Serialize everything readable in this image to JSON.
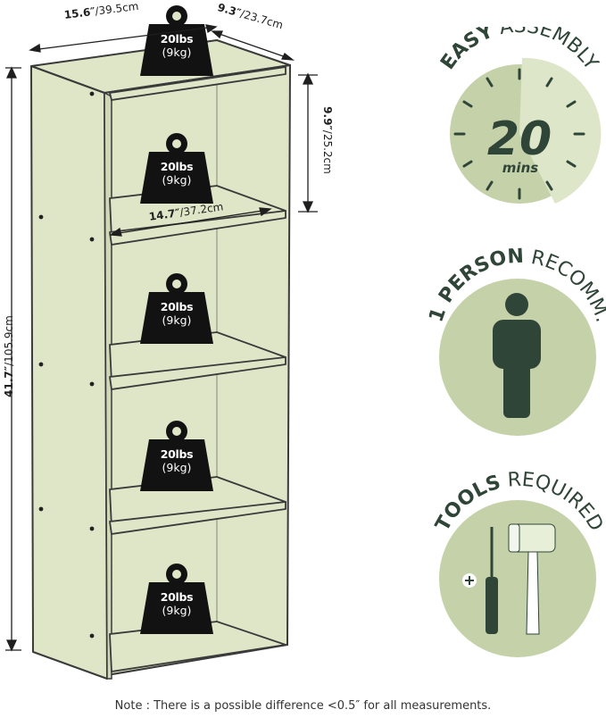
{
  "dimensions": {
    "width": {
      "in": "15.6″",
      "cm": "/39.5cm"
    },
    "depth": {
      "in": "9.3″",
      "cm": "/23.7cm"
    },
    "height": {
      "in": "41.7″",
      "cm": "/105.9cm"
    },
    "shelf_height": {
      "in": "9.9″",
      "cm": "/25.2cm"
    },
    "shelf_width": {
      "in": "14.7″",
      "cm": "/37.2cm"
    }
  },
  "weight_capacity": {
    "line1": "20lbs",
    "line2": "(9kg)"
  },
  "features": {
    "assembly": {
      "bold": "EASY",
      "rest": " ASSEMBLY",
      "number": "20",
      "unit": "mins"
    },
    "person": {
      "bold": "1 PERSON",
      "rest": " RECOMM."
    },
    "tools": {
      "bold": "TOOLS",
      "rest": " REQUIRED"
    }
  },
  "note": "Note : There is a possible difference <0.5″ for all measurements.",
  "colors": {
    "shelf_fill": "#dfe6c8",
    "shelf_stroke": "#3a3a3a",
    "badge_dark": "#121212",
    "circle_light": "#c5d1a9",
    "circle_pale": "#dde6c8",
    "icon_dark": "#2f4538"
  },
  "icons": [
    "weight-icon",
    "clock-icon",
    "person-icon",
    "screwdriver-icon",
    "mallet-icon"
  ]
}
